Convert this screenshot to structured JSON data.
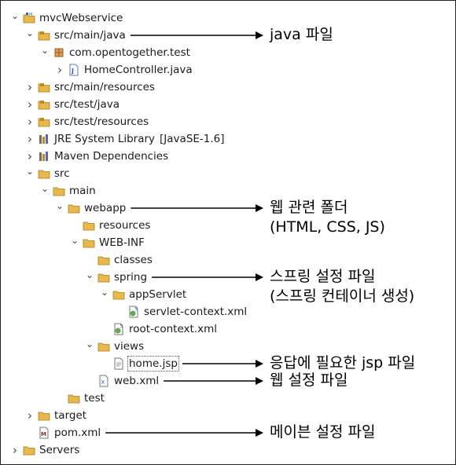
{
  "tree": [
    {
      "label": "mvcWebservice",
      "indent": 0,
      "expanded": true,
      "icon": "project-icon",
      "name": "project-mvcwebservice"
    },
    {
      "label": "src/main/java",
      "indent": 1,
      "expanded": true,
      "icon": "source-folder-icon",
      "name": "folder-src-main-java"
    },
    {
      "label": "com.opentogether.test",
      "indent": 2,
      "expanded": true,
      "icon": "package-icon",
      "name": "package-com-opentogether-test"
    },
    {
      "label": "HomeController.java",
      "indent": 3,
      "expanded": false,
      "icon": "java-file-icon",
      "name": "file-homecontroller-java"
    },
    {
      "label": "src/main/resources",
      "indent": 1,
      "expanded": false,
      "icon": "source-folder-icon",
      "name": "folder-src-main-resources"
    },
    {
      "label": "src/test/java",
      "indent": 1,
      "expanded": false,
      "icon": "source-folder-icon",
      "name": "folder-src-test-java"
    },
    {
      "label": "src/test/resources",
      "indent": 1,
      "expanded": false,
      "icon": "source-folder-icon",
      "name": "folder-src-test-resources"
    },
    {
      "label": "JRE System Library",
      "deco": "[JavaSE-1.6]",
      "indent": 1,
      "expanded": false,
      "icon": "library-icon",
      "name": "lib-jre-system"
    },
    {
      "label": "Maven Dependencies",
      "indent": 1,
      "expanded": false,
      "icon": "library-icon",
      "name": "lib-maven-dependencies"
    },
    {
      "label": "src",
      "indent": 1,
      "expanded": true,
      "icon": "folder-icon",
      "name": "folder-src"
    },
    {
      "label": "main",
      "indent": 2,
      "expanded": true,
      "icon": "folder-icon",
      "name": "folder-main"
    },
    {
      "label": "webapp",
      "indent": 3,
      "expanded": true,
      "icon": "folder-icon",
      "name": "folder-webapp"
    },
    {
      "label": "resources",
      "indent": 4,
      "expanded": null,
      "icon": "folder-icon",
      "name": "folder-resources"
    },
    {
      "label": "WEB-INF",
      "indent": 4,
      "expanded": true,
      "icon": "folder-icon",
      "name": "folder-web-inf"
    },
    {
      "label": "classes",
      "indent": 5,
      "expanded": null,
      "icon": "folder-icon",
      "name": "folder-classes"
    },
    {
      "label": "spring",
      "indent": 5,
      "expanded": true,
      "icon": "folder-icon",
      "name": "folder-spring"
    },
    {
      "label": "appServlet",
      "indent": 6,
      "expanded": true,
      "icon": "folder-icon",
      "name": "folder-appservlet"
    },
    {
      "label": "servlet-context.xml",
      "indent": 7,
      "expanded": null,
      "icon": "spring-xml-icon",
      "name": "file-servlet-context-xml"
    },
    {
      "label": "root-context.xml",
      "indent": 6,
      "expanded": null,
      "icon": "spring-xml-icon",
      "name": "file-root-context-xml"
    },
    {
      "label": "views",
      "indent": 5,
      "expanded": true,
      "icon": "folder-icon",
      "name": "folder-views"
    },
    {
      "label": "home.jsp",
      "indent": 6,
      "expanded": null,
      "icon": "jsp-file-icon",
      "name": "file-home-jsp",
      "boxed": true
    },
    {
      "label": "web.xml",
      "indent": 5,
      "expanded": null,
      "icon": "xml-file-icon",
      "name": "file-web-xml"
    },
    {
      "label": "test",
      "indent": 3,
      "expanded": null,
      "icon": "folder-icon",
      "name": "folder-test"
    },
    {
      "label": "target",
      "indent": 1,
      "expanded": false,
      "icon": "folder-icon",
      "name": "folder-target"
    },
    {
      "label": "pom.xml",
      "indent": 1,
      "expanded": null,
      "icon": "maven-pom-icon",
      "name": "file-pom-xml"
    },
    {
      "label": "Servers",
      "indent": 0,
      "expanded": false,
      "icon": "folder-icon",
      "name": "project-servers"
    }
  ],
  "annotations": [
    {
      "lines": [
        "java 파일"
      ],
      "row": 1,
      "name": "annotation-java-files"
    },
    {
      "lines": [
        "웹 관련 폴더",
        "(HTML, CSS, JS)"
      ],
      "row": 11,
      "name": "annotation-web-folder"
    },
    {
      "lines": [
        "스프링 설정 파일",
        "(스프링 컨테이너 생성)"
      ],
      "row": 15,
      "name": "annotation-spring-config"
    },
    {
      "lines": [
        "응답에 필요한 jsp 파일"
      ],
      "row": 20,
      "name": "annotation-jsp-files"
    },
    {
      "lines": [
        "웹 설정 파일"
      ],
      "row": 21,
      "name": "annotation-web-config"
    },
    {
      "lines": [
        "메이븐 설정 파일"
      ],
      "row": 24,
      "name": "annotation-maven-config"
    }
  ],
  "colors": {
    "folder": "#e8b84a",
    "source_folder_badge": "#c4881a",
    "java_blue": "#2e63b5",
    "package_brown": "#9a5a1a",
    "spring_green": "#6aa84f"
  }
}
